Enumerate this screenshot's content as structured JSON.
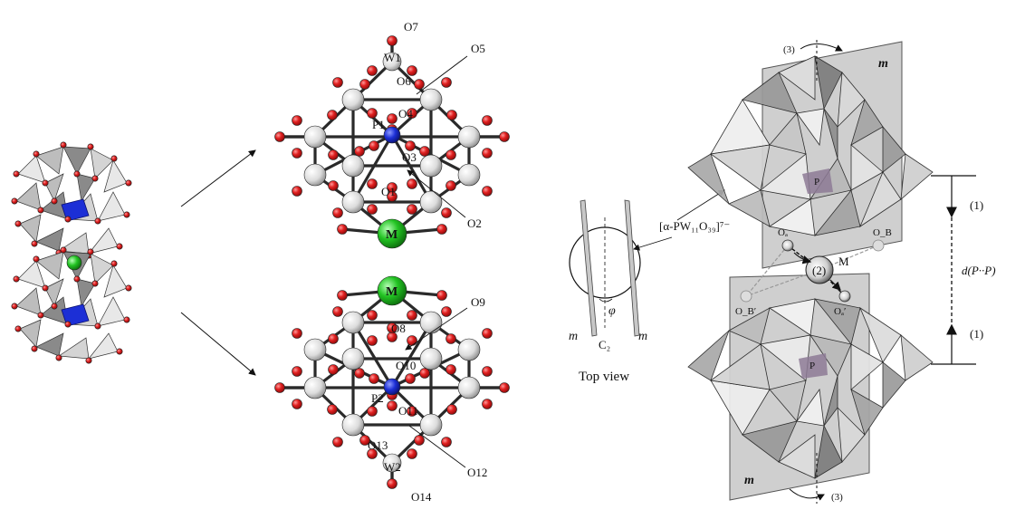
{
  "atoms_top": {
    "W1": "W1",
    "O7": "O7",
    "O5": "O5",
    "O6": "O6",
    "P1": "P1",
    "O4": "O4",
    "O3": "O3",
    "O1": "O1",
    "O2": "O2",
    "M": "M"
  },
  "atoms_bottom": {
    "M": "M",
    "O9": "O9",
    "O8": "O8",
    "O10": "O10",
    "P2": "P2",
    "O11": "O11",
    "O13": "O13",
    "W2": "W2",
    "O12": "O12",
    "O14": "O14"
  },
  "top_view": {
    "caption": "Top view",
    "phi": "φ",
    "c2": "C₂",
    "m_left": "m",
    "m_right": "m"
  },
  "polyhedral": {
    "formula": "[α-PW₁₁O₃₉]⁷⁻",
    "axis_top": "(3)",
    "axis_bottom": "(3)",
    "m_top": "m",
    "m_bottom": "m",
    "p_top": "P",
    "p_bottom": "P",
    "oa": "Oₐ",
    "ob": "O_B",
    "oa_prime": "Oₐ′",
    "ob_prime": "O_B′",
    "metal": "M",
    "step2": "(2)",
    "step1_top": "(1)",
    "step1_bottom": "(1)",
    "distance": "d(P··P)"
  },
  "colors": {
    "oxygen": "#e02020",
    "tungsten": "#e8e8e8",
    "phosphorus": "#1c2fd6",
    "metal": "#22c322",
    "polyhedron_light": "#e6e6e6",
    "polyhedron_mid": "#b3b3b3",
    "polyhedron_dark": "#7a7a7a",
    "plane": "#cfcfcf"
  }
}
